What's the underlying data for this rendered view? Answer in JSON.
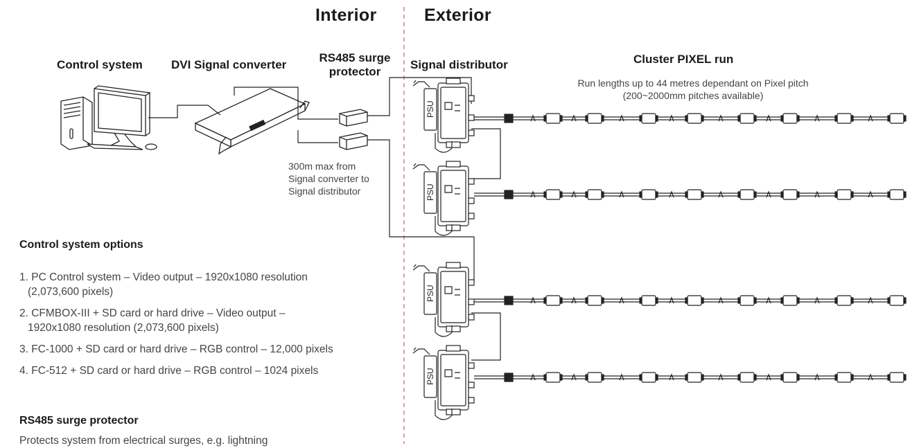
{
  "sections": {
    "interior": "Interior",
    "exterior": "Exterior"
  },
  "components": {
    "control_system": "Control system",
    "dvi_converter": "DVI Signal converter",
    "surge_protector_line1": "RS485 surge",
    "surge_protector_line2": "protector",
    "signal_distributor": "Signal distributor",
    "cluster_run": "Cluster PIXEL run"
  },
  "run_note": {
    "line1": "Run lengths up to 44 metres dependant on Pixel pitch",
    "line2": "(200~2000mm pitches available)"
  },
  "distance_note": {
    "line1": "300m max from",
    "line2": "Signal converter to",
    "line3": "Signal distributor"
  },
  "psu_label": "PSU",
  "options": {
    "heading": "Control system options",
    "items": [
      {
        "line1": "1. PC Control system – Video output – 1920x1080 resolution",
        "line2": "(2,073,600 pixels)"
      },
      {
        "line1": "2. CFMBOX-III + SD card or hard drive – Video output –",
        "line2": "1920x1080 resolution (2,073,600 pixels)"
      },
      {
        "line1": "3. FC-1000 + SD card or hard drive – RGB control – 12,000 pixels",
        "line2": ""
      },
      {
        "line1": "4. FC-512 + SD card or hard drive – RGB control – 1024 pixels",
        "line2": ""
      }
    ]
  },
  "surge": {
    "heading": "RS485 surge protector",
    "text": "Protects system from electrical surges, e.g. lightning"
  },
  "colors": {
    "divider": "#e05a5a",
    "line": "#222222",
    "text": "#1a1a1a",
    "muted": "#444444"
  }
}
